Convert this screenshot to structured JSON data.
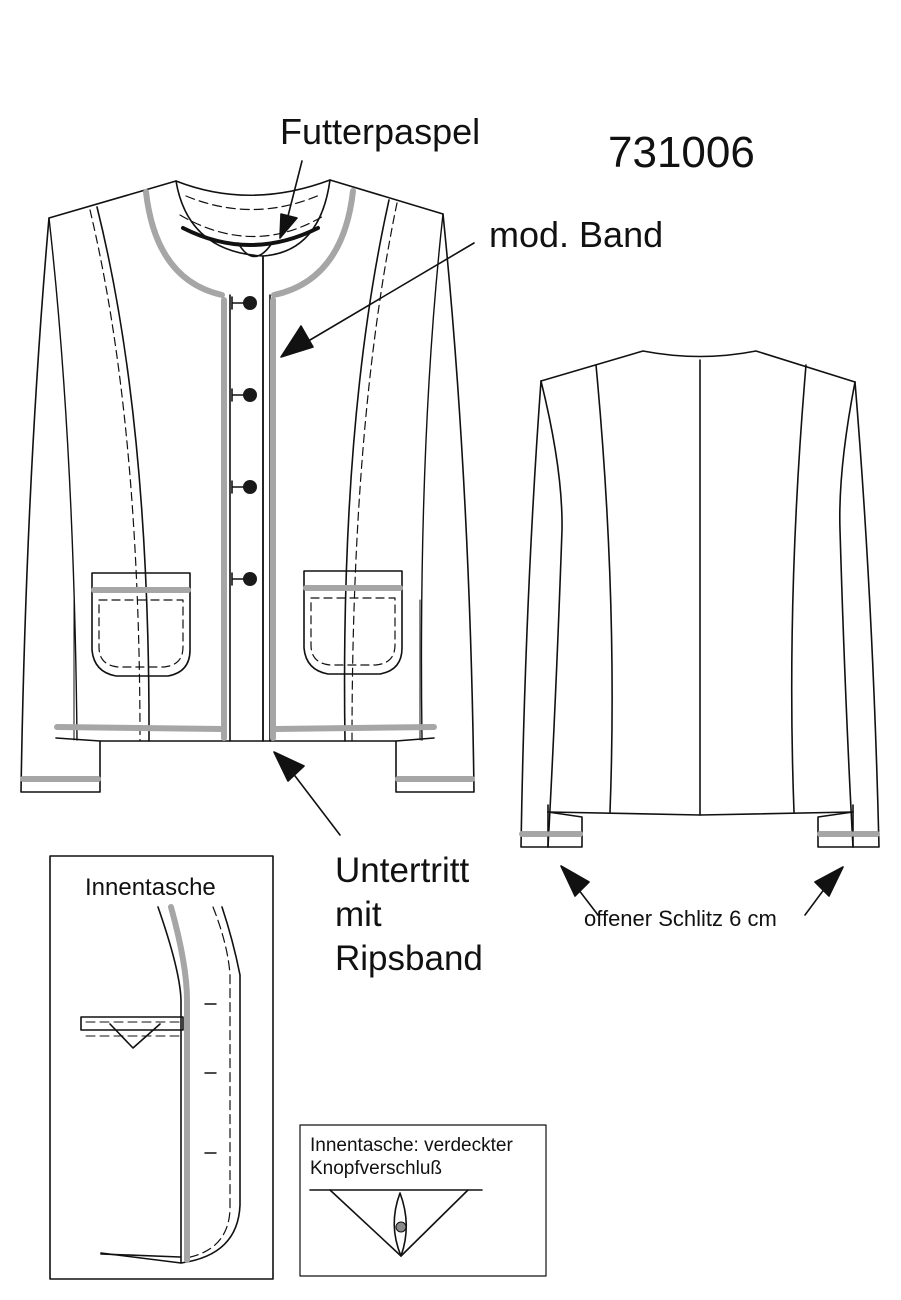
{
  "labels": {
    "futterpaspel": "Futterpaspel",
    "model_number": "731006",
    "mod_band": "mod. Band",
    "untertritt": [
      "Untertritt",
      "mit",
      "Ripsband"
    ],
    "schlitz": "offener Schlitz 6 cm",
    "innentasche": "Innentasche",
    "detail_title": [
      "Innentasche: verdeckter",
      "Knopfverschluß"
    ]
  },
  "colors": {
    "line": "#111111",
    "tape": "#a6a6a6",
    "button": "#1a1a1a"
  }
}
